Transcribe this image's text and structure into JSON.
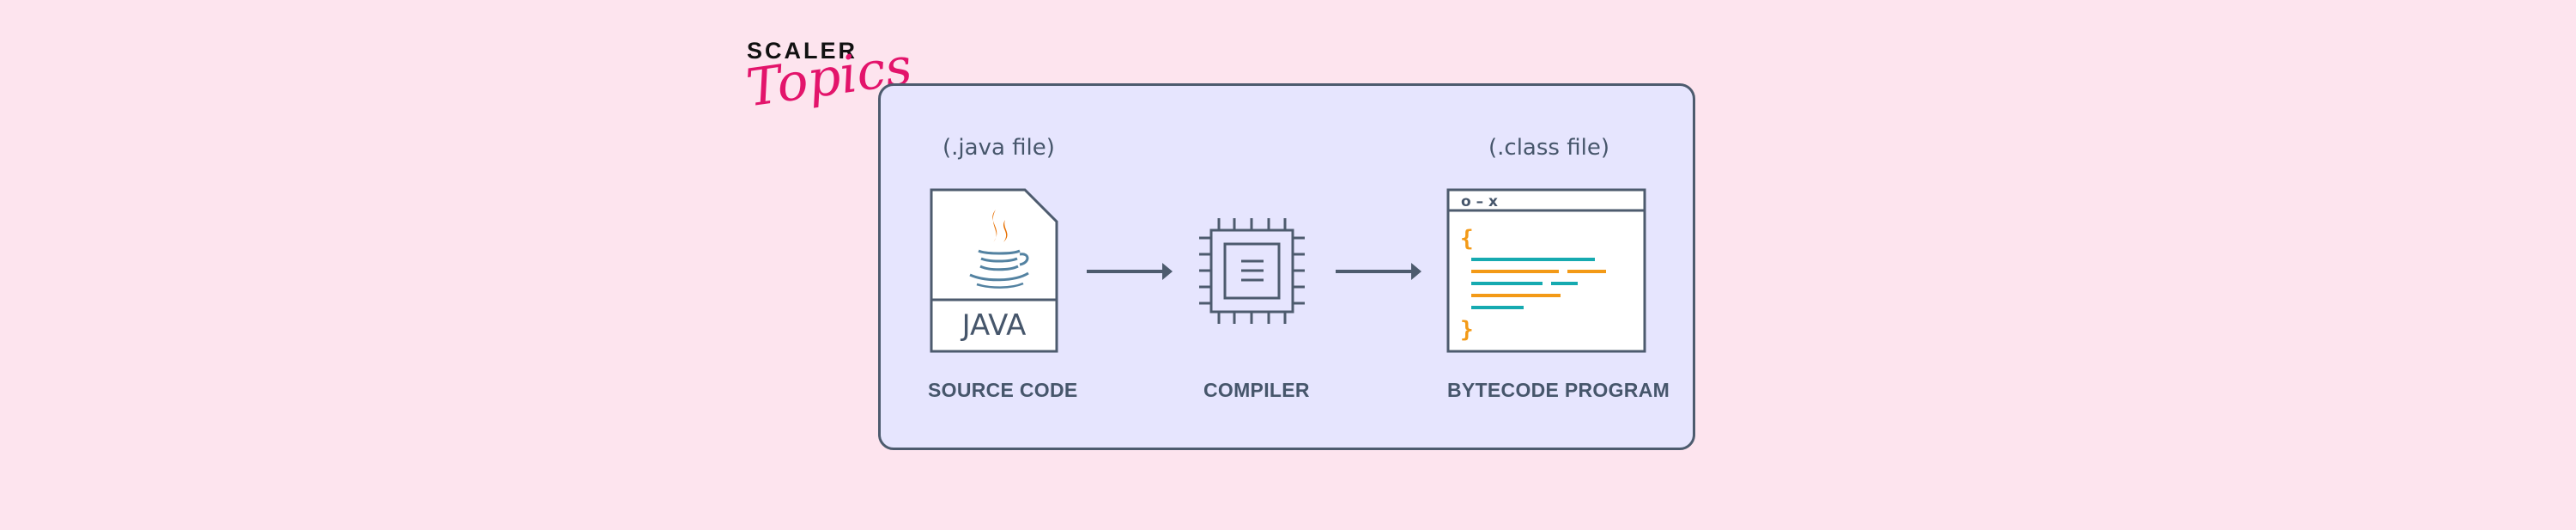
{
  "logo": {
    "brand": "SCALER",
    "script": "Topics"
  },
  "diagram": {
    "source": {
      "caption": "(.java file)",
      "file_text": "JAVA",
      "label": "SOURCE CODE"
    },
    "compiler": {
      "label": "COMPILER"
    },
    "bytecode": {
      "caption": "(.class file)",
      "window_controls": "o – x",
      "open_brace": "{",
      "close_brace": "}",
      "label": "BYTECODE PROGRAM"
    }
  },
  "colors": {
    "background": "#fde4ee",
    "panel": "#e6e5fe",
    "stroke": "#4d5b6e",
    "accent_pink": "#e3146b",
    "code_teal": "#16aab0",
    "code_orange": "#f39a17"
  }
}
